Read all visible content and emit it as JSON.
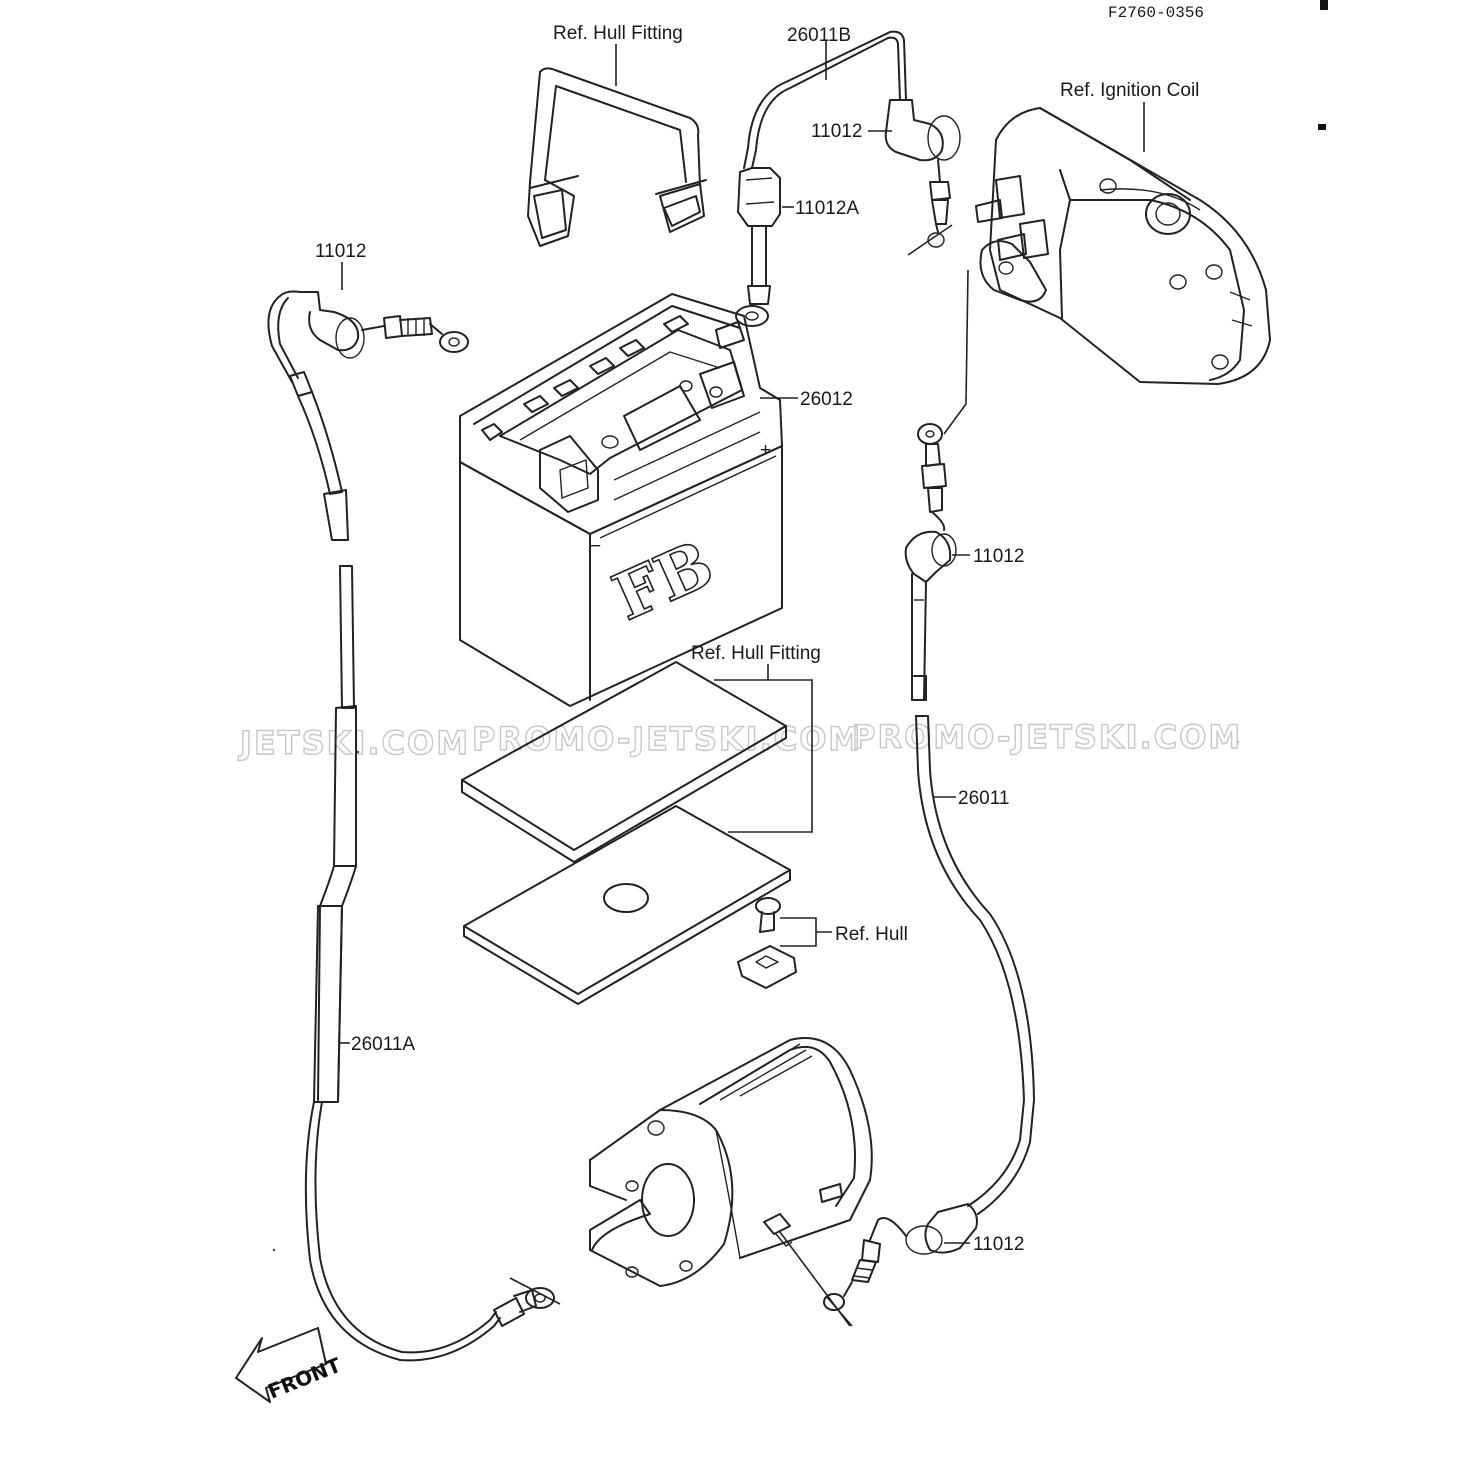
{
  "diagram_code": "F2760-0356",
  "labels": {
    "hull_fitting_top": "Ref. Hull Fitting",
    "cable_26011b": "26011B",
    "cap_11012_top": "11012",
    "terminal_11012a": "11012A",
    "ignition_coil": "Ref. Ignition Coil",
    "cap_11012_left": "11012",
    "battery_26012": "26012",
    "cap_11012_right": "11012",
    "hull_fitting_mid": "Ref. Hull Fitting",
    "cable_26011": "26011",
    "hull": "Ref. Hull",
    "cable_26011a": "26011A",
    "cap_11012_bottom": "11012"
  },
  "battery_mark": "FB",
  "battery_plus": "+",
  "battery_minus": "−",
  "front_arrow": "FRONT",
  "watermark": {
    "part1": "JETSKI.COM",
    "part2": "PROMO-JETSKI.COM",
    "part3": "PROMO-JETSKI.COM"
  }
}
